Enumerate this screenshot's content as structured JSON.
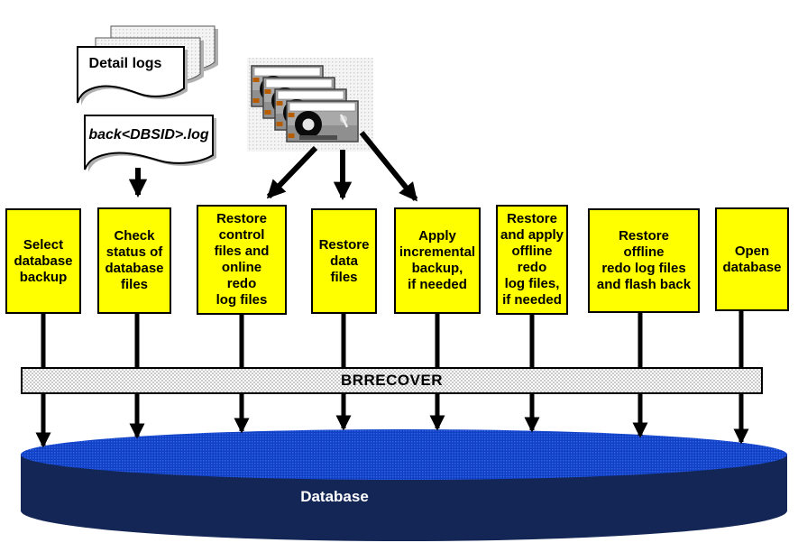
{
  "diagram": {
    "title_implicit": "BRRECOVER database recovery flow",
    "documents": {
      "detail_logs": "Detail logs",
      "log_file": "back<DBSID>.log"
    },
    "icons": {
      "detail_logs": "documents-stack-icon",
      "backup_media": "tape-cartridges-icon",
      "database": "cylinder-icon"
    },
    "steps": [
      "Select\ndatabase\nbackup",
      "Check\nstatus of\ndatabase\nfiles",
      "Restore\ncontrol\nfiles and\nonline\nredo\nlog files",
      "Restore\ndata\nfiles",
      "Apply\nincremental\nbackup,\nif needed",
      "Restore\nand apply\noffline\nredo\nlog files,\nif needed",
      "Restore\noffline\nredo log files\nand flash back",
      "Open\ndatabase"
    ],
    "process_bar": "BRRECOVER",
    "database": "Database",
    "colors": {
      "step_box": "#ffff00",
      "process_bar_fill": "#e3e3e3",
      "database_top": "#1140c4",
      "database_side": "#132655",
      "arrow": "#000000"
    }
  }
}
